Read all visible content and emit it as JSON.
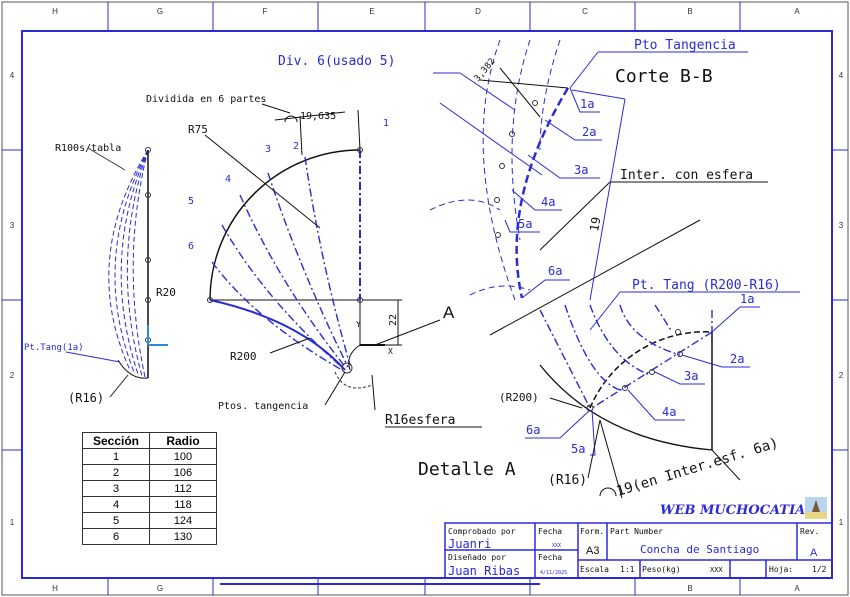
{
  "border": {
    "columns": [
      "H",
      "G",
      "F",
      "E",
      "D",
      "C",
      "B",
      "A"
    ],
    "rows": [
      "4",
      "3",
      "2",
      "1"
    ]
  },
  "left_view": {
    "r100_label": "R100s/tabla",
    "pt_tang_label": "Pt.Tang(1a)",
    "r16_label": "(R16)"
  },
  "fan_view": {
    "divided_label": "Dividida en 6 partes",
    "angle_dim": "19,635",
    "r75_label": "R75",
    "r20_label": "R20",
    "r200_label": "R200",
    "dim_22": "22",
    "ptos_tangencia": "Ptos. tangencia",
    "r16_esfera": "R16esfera",
    "section_a": "A",
    "axis_y": "Y",
    "axis_x": "X",
    "points": [
      "1",
      "2",
      "3",
      "4",
      "5",
      "6"
    ]
  },
  "corte_bb": {
    "title": "Corte B-B",
    "div_label": "Div. 6(usado 5)",
    "angle_dim": "3,382",
    "pto_tangencia": "Pto Tangencia",
    "inter_esfera": "Inter. con esfera",
    "dim_19": "19",
    "points": [
      "1a",
      "2a",
      "3a",
      "4a",
      "5a",
      "6a"
    ]
  },
  "detalle_a": {
    "title": "Detalle A",
    "pt_tang": "Pt. Tang (R200-R16)",
    "r200_label": "(R200)",
    "r16_label": "(R16)",
    "dim_19": "19(en Inter.esf. 6a)",
    "points": [
      "1a",
      "2a",
      "3a",
      "4a",
      "5a",
      "6a"
    ]
  },
  "table": {
    "headers": [
      "Sección",
      "Radio"
    ],
    "rows": [
      [
        "1",
        "100"
      ],
      [
        "2",
        "106"
      ],
      [
        "3",
        "112"
      ],
      [
        "4",
        "118"
      ],
      [
        "5",
        "124"
      ],
      [
        "6",
        "130"
      ]
    ]
  },
  "title_block": {
    "logo_text": "WEB MUCHOCATIA",
    "checked_by_label": "Comprobado por",
    "checked_by": "Juanri",
    "date_label": "Fecha",
    "date1": "XXX",
    "designed_by_label": "Diseñado por",
    "designed_by": "Juan Ribas",
    "date2": "4/11/2025",
    "format_label": "Form.",
    "format": "A3",
    "part_number_label": "Part Number",
    "part_number": "Concha de Santiago",
    "rev_label": "Rev.",
    "rev": "A",
    "scale_label": "Escala",
    "scale": "1:1",
    "weight_label": "Peso(kg)",
    "weight": "XXX",
    "sheet_label": "Hoja:",
    "sheet": "1/2"
  },
  "colors": {
    "line_blue": "#2b2bd6",
    "ink": "#111111"
  }
}
